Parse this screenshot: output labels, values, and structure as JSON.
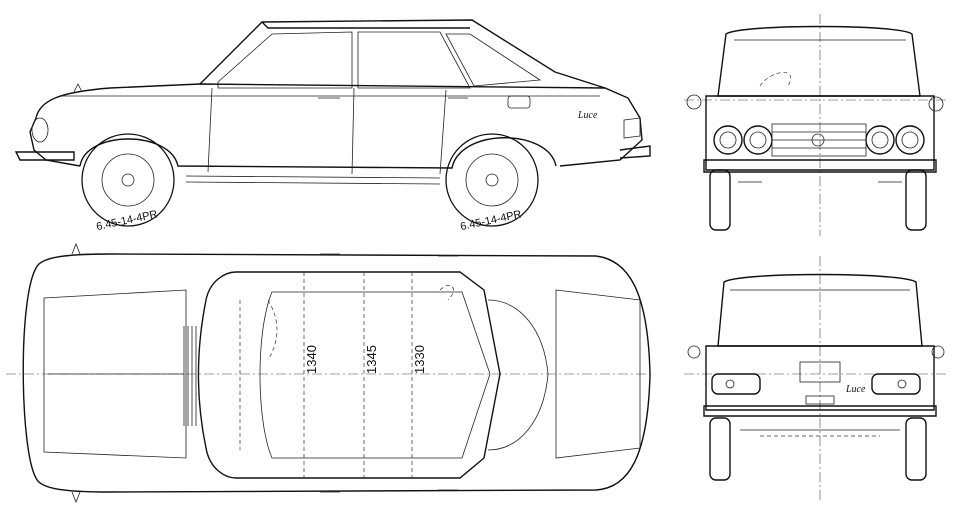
{
  "side_view": {
    "tire_label_front": "6.45-14-4PR",
    "tire_label_rear": "6.45-14-4PR",
    "badge": "Luce"
  },
  "top_view": {
    "dimensions": [
      "1340",
      "1345",
      "1330"
    ]
  },
  "rear_view": {
    "badge": "Luce"
  }
}
